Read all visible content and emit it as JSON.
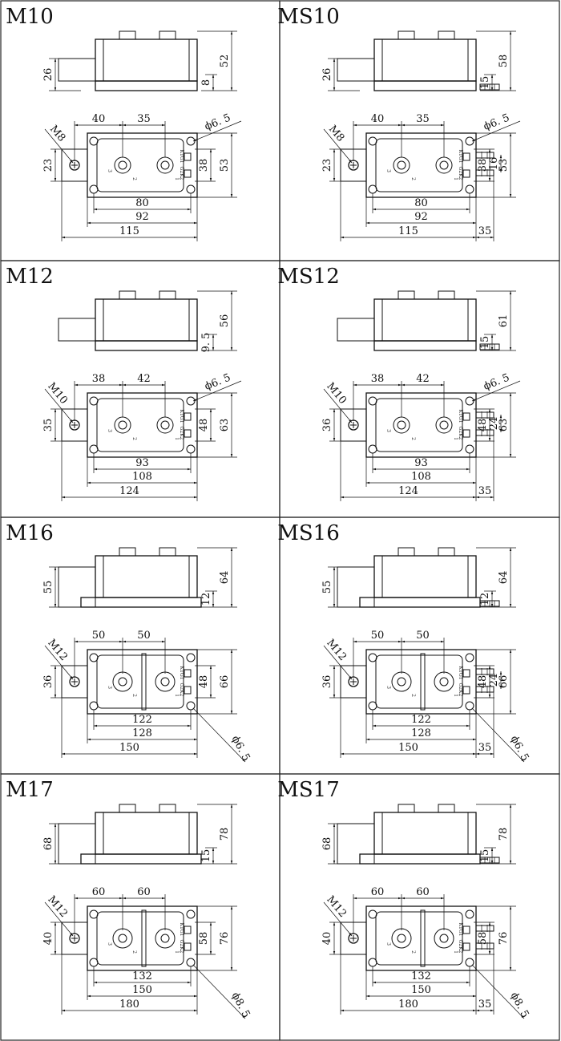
{
  "panels": [
    {
      "title": "M10",
      "type": "small",
      "water": false,
      "side": {
        "total": "52",
        "left": "26",
        "small": "8"
      },
      "top": {
        "mount": "M8",
        "pitch1": "40",
        "pitch2": "35",
        "tab": "23",
        "inner": "38",
        "outer": "53",
        "w1": "80",
        "w2": "92",
        "w3": "115",
        "hole": "ϕ6. 5",
        "tube": null,
        "water": null
      },
      "terminals": [
        "3",
        "2",
        "1"
      ],
      "gate": [
        "K1G1",
        "G2K2"
      ]
    },
    {
      "title": "MS10",
      "type": "small",
      "water": true,
      "side": {
        "total": "58",
        "left": "26",
        "small": "15"
      },
      "top": {
        "mount": "M8",
        "pitch1": "40",
        "pitch2": "35",
        "tab": "23",
        "inner": "38",
        "outer": "53",
        "w1": "80",
        "w2": "92",
        "w3": "115",
        "hole": "ϕ6. 5",
        "tube": "16",
        "water": "35"
      },
      "terminals": [
        "3",
        "2",
        "1"
      ],
      "gate": [
        "K1G1",
        "G2K2"
      ]
    },
    {
      "title": "M12",
      "type": "small",
      "water": false,
      "side": {
        "total": "56",
        "left": null,
        "small": "9. 5"
      },
      "top": {
        "mount": "M10",
        "pitch1": "38",
        "pitch2": "42",
        "tab": "35",
        "inner": "48",
        "outer": "63",
        "w1": "93",
        "w2": "108",
        "w3": "124",
        "hole": "ϕ6. 5",
        "tube": null,
        "water": null
      },
      "terminals": [
        "3",
        "2",
        "1"
      ],
      "gate": [
        "K1G1",
        "G2K2"
      ]
    },
    {
      "title": "MS12",
      "type": "small",
      "water": true,
      "side": {
        "total": "61",
        "left": null,
        "small": "15"
      },
      "top": {
        "mount": "M10",
        "pitch1": "38",
        "pitch2": "42",
        "tab": "36",
        "inner": "48",
        "outer": "63",
        "w1": "93",
        "w2": "108",
        "w3": "124",
        "hole": "ϕ6. 5",
        "tube": "24",
        "water": "35"
      },
      "terminals": [
        "3",
        "2",
        "1"
      ],
      "gate": [
        "K1G1",
        "G2K2"
      ]
    },
    {
      "title": "M16",
      "type": "large",
      "water": false,
      "side": {
        "total": "64",
        "left": "55",
        "small": "12"
      },
      "top": {
        "mount": "M12",
        "pitch1": "50",
        "pitch2": "50",
        "tab": "36",
        "inner": "48",
        "outer": "66",
        "w1": "122",
        "w2": "128",
        "w3": "150",
        "hole": "ϕ6. 5",
        "tube": null,
        "water": null
      },
      "terminals": [
        "3",
        "2",
        "1"
      ],
      "gate": [
        "K1G1",
        "G2K2"
      ]
    },
    {
      "title": "MS16",
      "type": "large",
      "water": true,
      "side": {
        "total": "64",
        "left": "55",
        "small": "12"
      },
      "top": {
        "mount": "M12",
        "pitch1": "50",
        "pitch2": "50",
        "tab": "36",
        "inner": "48",
        "outer": "66",
        "w1": "122",
        "w2": "128",
        "w3": "150",
        "hole": "ϕ6. 5",
        "tube": "24",
        "water": "35"
      },
      "terminals": [
        "3",
        "2",
        "1"
      ],
      "gate": [
        "K1G1",
        "G2K2"
      ]
    },
    {
      "title": "M17",
      "type": "large",
      "water": false,
      "side": {
        "total": "78",
        "left": "68",
        "small": "15"
      },
      "top": {
        "mount": "M12",
        "pitch1": "60",
        "pitch2": "60",
        "tab": "40",
        "inner": "58",
        "outer": "76",
        "w1": "132",
        "w2": "150",
        "w3": "180",
        "hole": "ϕ8. 5",
        "tube": null,
        "water": null
      },
      "terminals": [
        "3",
        "2",
        "1"
      ],
      "gate": [
        "K1G1",
        "G2K2"
      ]
    },
    {
      "title": "MS17",
      "type": "large",
      "water": true,
      "side": {
        "total": "78",
        "left": "68",
        "small": "15"
      },
      "top": {
        "mount": "M12",
        "pitch1": "60",
        "pitch2": "60",
        "tab": "40",
        "inner": "58",
        "outer": "76",
        "w1": "132",
        "w2": "150",
        "w3": "180",
        "hole": "ϕ8. 5",
        "tube": null,
        "water": "35"
      },
      "terminals": [
        "3",
        "2",
        "1"
      ],
      "gate": [
        "K1G1",
        "G2K2"
      ]
    }
  ]
}
